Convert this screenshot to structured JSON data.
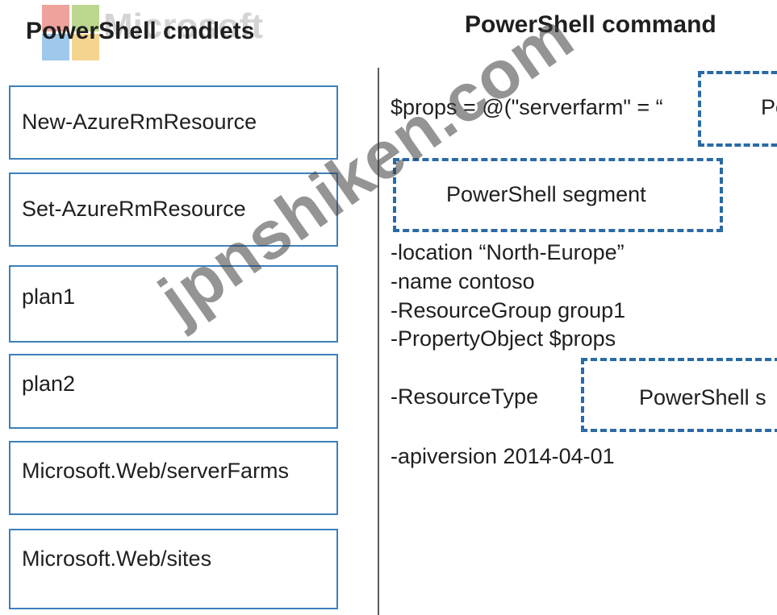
{
  "logo": {
    "wordmark": "Microsoft"
  },
  "headings": {
    "left": "PowerShell cmdlets",
    "right": "PowerShell command"
  },
  "cmdlets": [
    {
      "label": "New-AzureRmResource"
    },
    {
      "label": "Set-AzureRmResource"
    },
    {
      "label": "plan1"
    },
    {
      "label": "plan2"
    },
    {
      "label": "Microsoft.Web/serverFarms"
    },
    {
      "label": "Microsoft.Web/sites"
    }
  ],
  "command": {
    "props_prefix": "$props = @(\"serverfarm\" = “",
    "drop_zone_1": "Po",
    "drop_zone_2": "PowerShell segment",
    "lines": [
      "-location “North-Europe”",
      "-name contoso",
      "-ResourceGroup group1",
      "-PropertyObject $props"
    ],
    "resource_type_label": "-ResourceType",
    "drop_zone_3": "PowerShell s",
    "apiversion": "-apiversion 2014-04-01"
  },
  "watermark": "jpnshiken.com",
  "colors": {
    "box_border": "#3d7fbd",
    "dashed_border": "#2a6aa6"
  }
}
